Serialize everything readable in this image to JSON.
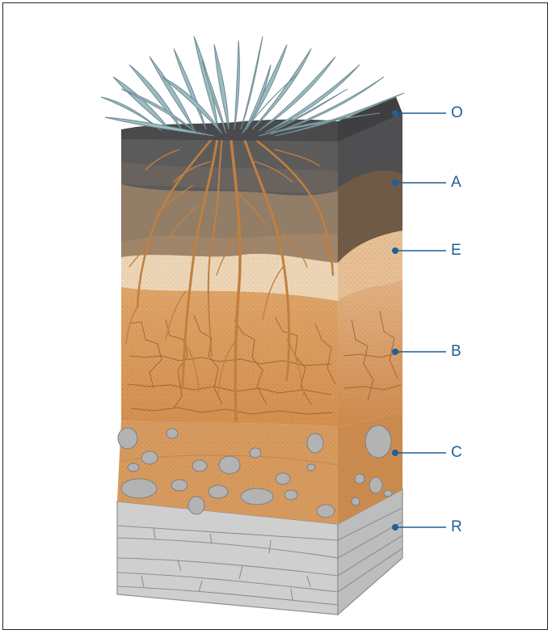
{
  "diagram": {
    "horizons": [
      {
        "id": "O",
        "label": "O"
      },
      {
        "id": "A",
        "label": "A"
      },
      {
        "id": "E",
        "label": "E"
      },
      {
        "id": "B",
        "label": "B"
      },
      {
        "id": "C",
        "label": "C"
      },
      {
        "id": "R",
        "label": "R"
      }
    ],
    "colors": {
      "label_text": "#1f5f97",
      "leader_line": "#1f5f97",
      "grass": "#8fb0b5",
      "o_horizon": "#5e5e60",
      "a_horizon": "#7a6650",
      "e_horizon": "#ead3b4",
      "b_horizon": "#d9985a",
      "c_horizon": "#d59a5e",
      "r_horizon": "#c9c9c9",
      "roots": "#c57f3c"
    }
  }
}
